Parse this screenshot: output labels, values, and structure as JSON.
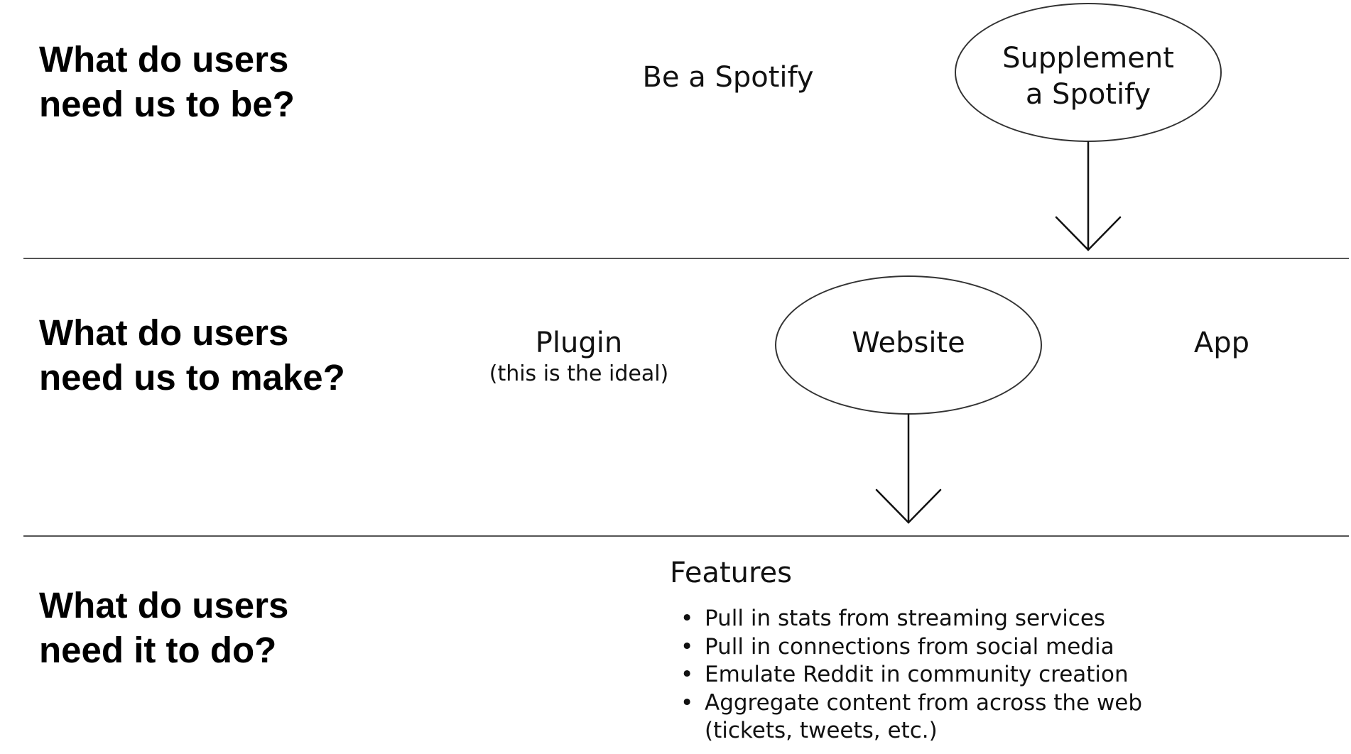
{
  "rows": [
    {
      "question_lines": [
        "What do users",
        "need us to be?"
      ],
      "options": {
        "plain": "Be a Spotify",
        "selected_lines": [
          "Supplement",
          "a Spotify"
        ]
      }
    },
    {
      "question_lines": [
        "What do users",
        "need us to make?"
      ],
      "options": {
        "plugin": "Plugin",
        "plugin_note": "(this is the ideal)",
        "selected": "Website",
        "app": "App"
      }
    },
    {
      "question_lines": [
        "What do users",
        "need it to do?"
      ],
      "features": {
        "title": "Features",
        "bullet": "•",
        "items": [
          [
            "Pull in stats from streaming services"
          ],
          [
            "Pull in connections from social media"
          ],
          [
            "Emulate Reddit in community creation"
          ],
          [
            "Aggregate content from across the web",
            "(tickets, tweets, etc.)"
          ]
        ]
      }
    }
  ],
  "colors": {
    "text": "#111111",
    "heading": "#000000",
    "line": "#333333",
    "divider": "#555555",
    "background": "#ffffff"
  }
}
